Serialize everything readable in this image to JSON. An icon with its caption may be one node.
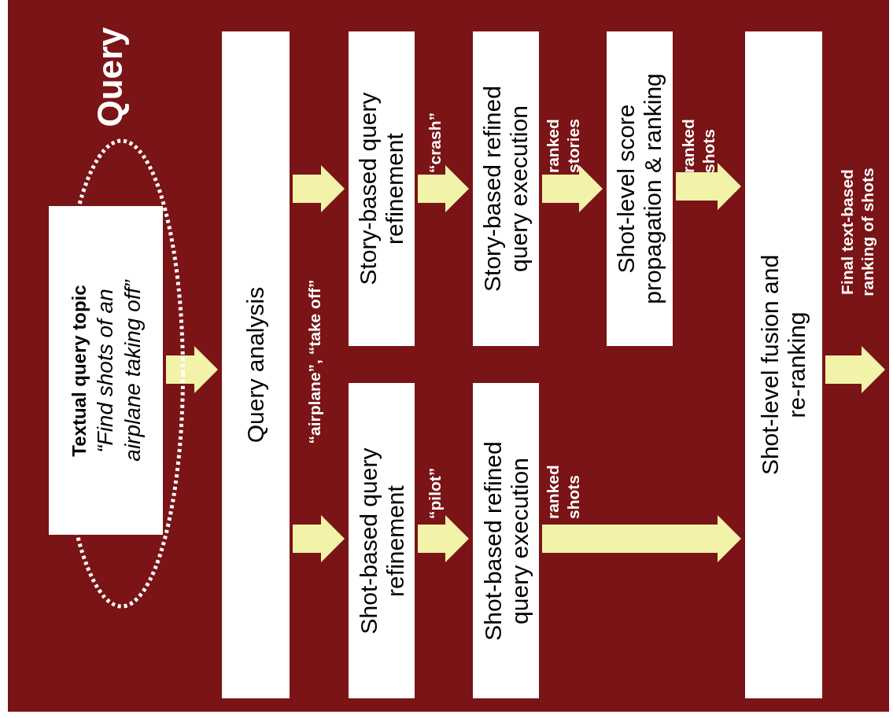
{
  "diagram": {
    "nodes": [
      {
        "text": [
          "Query"
        ]
      },
      {
        "text": [
          "Textual query topic",
          "“Find shots of an airplane taking off”"
        ],
        "in": 0
      },
      {
        "text": [
          "Query analysis"
        ]
      },
      {
        "text": [
          "Story-based query refinement"
        ]
      },
      {
        "text": [
          "Shot-based query refinement"
        ]
      },
      {
        "text": [
          "Story-based refined query execution"
        ]
      },
      {
        "text": [
          "Shot-based refined query execution"
        ]
      },
      {
        "text": [
          "Shot-level score propagation & ranking"
        ]
      },
      {
        "text": [
          "Shot-level fusion and re-ranking"
        ]
      }
    ],
    "edges": [
      {
        "from": 1,
        "to": 2,
        "arrow": "to"
      },
      {
        "from": 2,
        "to": 3,
        "arrow": "to"
      },
      {
        "from": 2,
        "to": 4,
        "arrow": "to"
      },
      {
        "from": 3,
        "to": 5,
        "arrow": "to",
        "label": "“crash”"
      },
      {
        "from": 4,
        "to": 6,
        "arrow": "to",
        "label": "“pilot”"
      },
      {
        "from": 5,
        "to": 7,
        "arrow": "to",
        "label": "ranked stories"
      },
      {
        "from": 6,
        "to": 8,
        "arrow": "to",
        "label": "ranked shots"
      },
      {
        "from": 7,
        "to": 8,
        "arrow": "to",
        "label": "ranked shots"
      },
      {
        "from": 8,
        "to": null,
        "arrow": "to",
        "label": "Final text-based ranking of shots"
      }
    ],
    "labels": [
      "“airplane”, “take off”"
    ]
  }
}
